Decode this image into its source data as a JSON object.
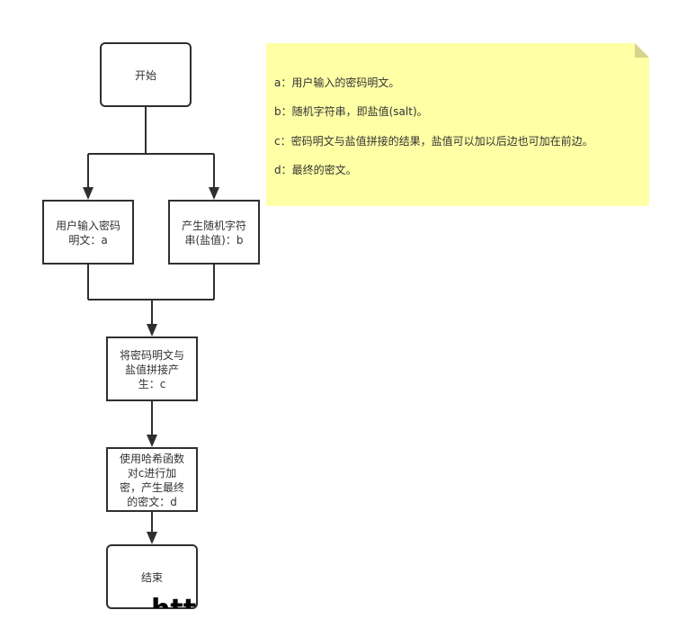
{
  "nodes": {
    "start": {
      "lines": [
        "开始"
      ]
    },
    "input_a": {
      "lines": [
        "用户输入密码",
        "明文：a"
      ]
    },
    "salt_b": {
      "lines": [
        "产生随机字符",
        "串(盐值)：b"
      ]
    },
    "concat_c": {
      "lines": [
        "将密码明文与",
        "盐值拼接产",
        "生：c"
      ]
    },
    "hash_d": {
      "lines": [
        "使用哈希函数",
        "对c进行加",
        "密，产生最终",
        "的密文：d"
      ]
    },
    "end": {
      "lines": [
        "结束"
      ],
      "overflow_text": "http"
    }
  },
  "note": {
    "lines": [
      "a：用户输入的密码明文。",
      "b：随机字符串，即盐值(salt)。",
      "c：密码明文与盐值拼接的结果，盐值可以加以后边也可加在前边。",
      "d：最终的密文。"
    ],
    "fill_color": "#ffffa6",
    "fold_color": "#d6d38a"
  },
  "colors": {
    "stroke": "#2f2f2f",
    "text": "#333333"
  }
}
